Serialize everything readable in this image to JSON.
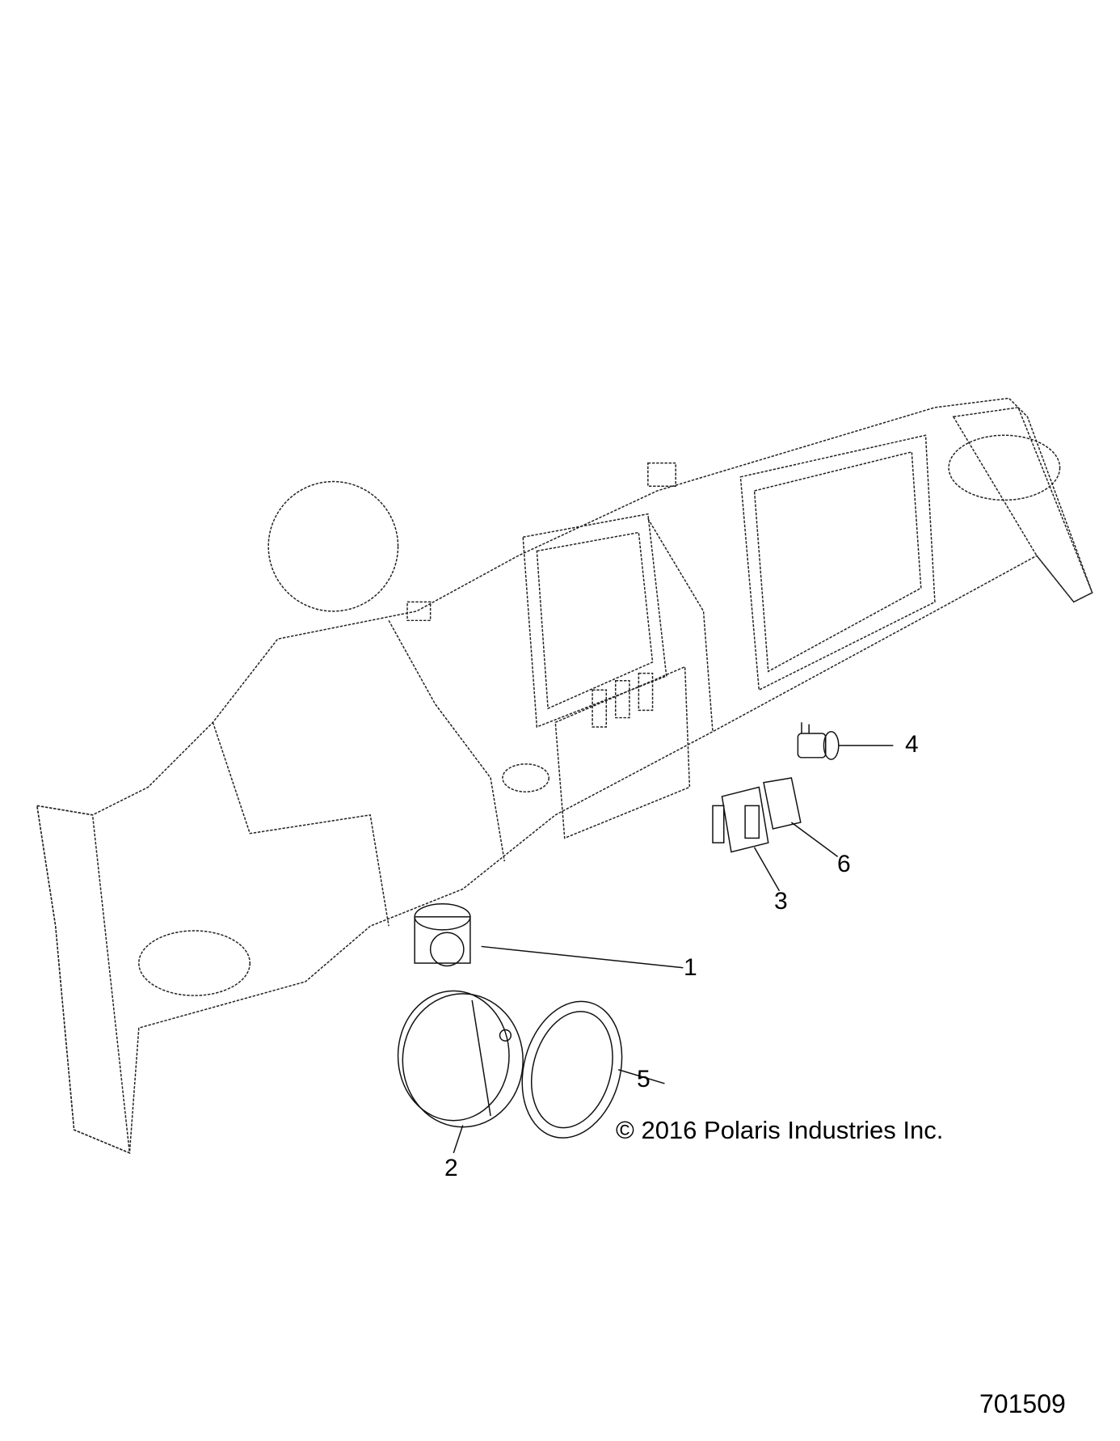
{
  "callouts": {
    "p1": "1",
    "p2": "2",
    "p3": "3",
    "p4": "4",
    "p5": "5",
    "p6": "6"
  },
  "copyright": "© 2016 Polaris Industries Inc.",
  "figure_number": "701509"
}
